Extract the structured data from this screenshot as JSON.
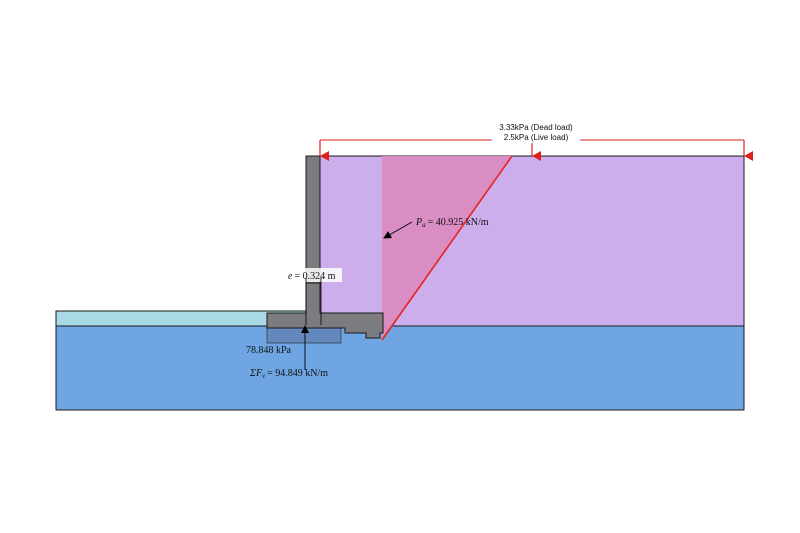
{
  "loads": {
    "dead_label": "3.33kPa (Dead load)",
    "live_label": "2.5kPa (Live load)"
  },
  "active_force": {
    "symbol": "P",
    "subscript": "a",
    "value_text": "= 40.925 kN/m"
  },
  "eccentricity": {
    "symbol": "e",
    "value_text": "= 0.324 m"
  },
  "bearing": {
    "pressure_text": "78.848 kPa",
    "sum_symbol": "ΣF",
    "sum_subscript": "v",
    "sum_value_text": "= 94.849 kN/m"
  },
  "colors": {
    "backfill": "#cbaeeb",
    "foundation_soil": "#70a5e3",
    "front_water": "#a9d8e6",
    "wall": "#7c7c80",
    "pressure_fill": "#d98bc0",
    "pressure_line": "#e8231f",
    "load_arrow": "#e0201b",
    "bearing_block": "#5f7fae"
  }
}
